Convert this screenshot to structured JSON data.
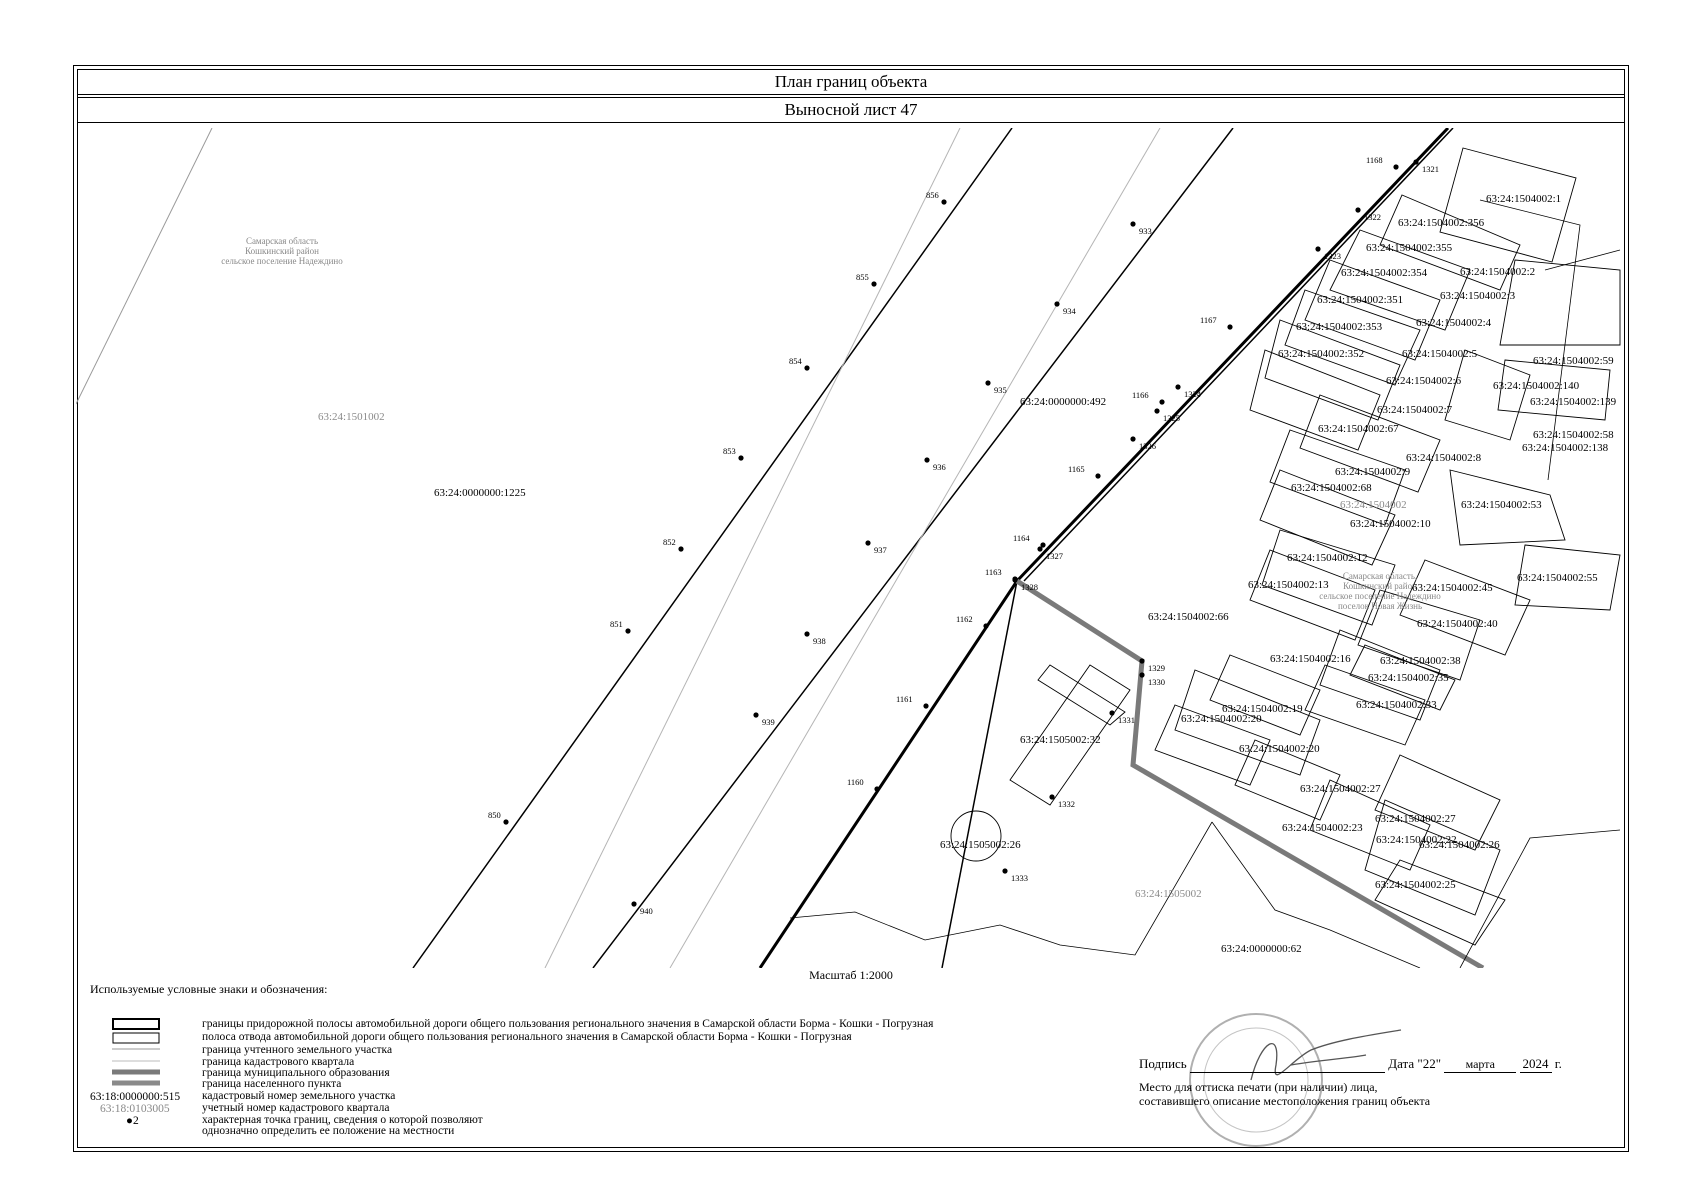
{
  "header": {
    "title": "План границ объекта",
    "sheet": "Выносной лист 47"
  },
  "map": {
    "region_main": [
      "Самарская область",
      "Кошкинский район",
      "сельское поселение Надеждино"
    ],
    "region_village": [
      "Самарская область,",
      "Кошкинский район",
      "сельское поселение Надеждино",
      "поселок Новая Жизнь"
    ],
    "quarters": [
      "63:24:1501002",
      "63:24:1504002",
      "63:24:1505002"
    ],
    "parcels": [
      "63:24:0000000:1225",
      "63:24:0000000:492",
      "63:24:0000000:62",
      "63:24:1504002:1",
      "63:24:1504002:356",
      "63:24:1504002:355",
      "63:24:1504002:2",
      "63:24:1504002:354",
      "63:24:1504002:3",
      "63:24:1504002:351",
      "63:24:1504002:4",
      "63:24:1504002:353",
      "63:24:1504002:352",
      "63:24:1504002:5",
      "63:24:1504002:59",
      "63:24:1504002:6",
      "63:24:1504002:140",
      "63:24:1504002:139",
      "63:24:1504002:7",
      "63:24:1504002:67",
      "63:24:1504002:58",
      "63:24:1504002:138",
      "63:24:1504002:8",
      "63:24:1504002:9",
      "63:24:1504002:68",
      "63:24:1504002:53",
      "63:24:1504002:10",
      "63:24:1504002:12",
      "63:24:1504002:13",
      "63:24:1504002:45",
      "63:24:1504002:55",
      "63:24:1504002:66",
      "63:24:1504002:40",
      "63:24:1504002:16",
      "63:24:1504002:38",
      "63:24:1504002:35",
      "63:24:1504002:33",
      "63:24:1504002:19",
      "63:24:1504002:20",
      "63:24:1504002:20",
      "63:24:1505002:32",
      "63:24:1504002:27",
      "63:24:1504002:27",
      "63:24:1504002:23",
      "63:24:1504002:22",
      "63:24:1504002:26",
      "63:24:1504002:25",
      "63:24:1505002:26"
    ],
    "points_line1": [
      "850",
      "851",
      "852",
      "853",
      "854",
      "855",
      "856"
    ],
    "points_line2": [
      "940",
      "939",
      "938",
      "937",
      "936",
      "935",
      "934",
      "933"
    ],
    "points_line3": [
      "1160",
      "1161",
      "1162",
      "1163",
      "1164",
      "1165",
      "1166",
      "1167",
      "1168"
    ],
    "points_road": [
      "1321",
      "1322",
      "1323",
      "1324",
      "1325",
      "1326",
      "1327",
      "1328",
      "1329",
      "1330",
      "1331",
      "1332",
      "1333"
    ]
  },
  "scale": "Масштаб 1:2000",
  "legend": {
    "title": "Используемые условные знаки и обозначения:",
    "items": [
      "границы придорожной полосы автомобильной дороги общего пользования регионального значения в Самарской области Борма - Кошки - Погрузная",
      "полоса отвода автомобильной дороги общего пользования регионального значения в Самарской области Борма - Кошки - Погрузная",
      "граница учтенного земельного участка",
      "граница кадастрового квартала",
      "граница муниципального образования",
      "граница населенного пункта",
      "кадастровый номер земельного участка",
      "учетный номер кадастрового квартала",
      "характерная точка границ, сведения о которой позволяют",
      "однозначно определить ее положение на местности"
    ],
    "sample_parcel_number": "63:18:0000000:515",
    "sample_quarter_number": "63:18:0103005",
    "sample_point": "2"
  },
  "signature": {
    "sign_label": "Подпись",
    "date_label": "Дата \"",
    "day": "22",
    "month": "марта",
    "year": "2024",
    "year_suffix": "г.",
    "stamp_note_line1": "Место для оттиска печати (при наличии) лица,",
    "stamp_note_line2": "составившего описание местоположения границ объекта"
  }
}
